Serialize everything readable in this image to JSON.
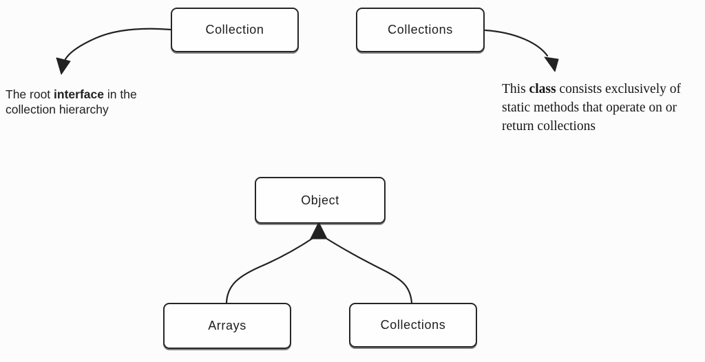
{
  "colors": {
    "ink": "#222222",
    "background": "#fcfcfc",
    "box_fill": "#fefefe"
  },
  "boxes": {
    "collection": {
      "label": "Collection"
    },
    "collections_top": {
      "label": "Collections"
    },
    "object": {
      "label": "Object"
    },
    "arrays": {
      "label": "Arrays"
    },
    "collections_bottom": {
      "label": "Collections"
    }
  },
  "notes": {
    "interface_note": {
      "pre": "The root ",
      "bold": "interface",
      "post": " in the collection hierarchy"
    },
    "class_note": {
      "pre": "This ",
      "bold": "class",
      "post": " consists exclusively of static methods that operate on or return collections"
    }
  }
}
